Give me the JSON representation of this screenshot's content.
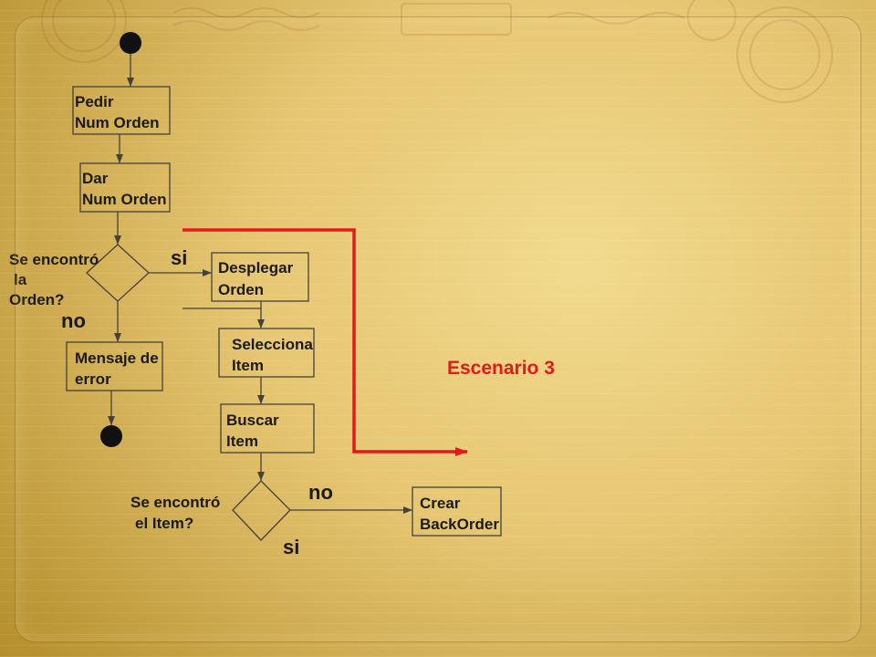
{
  "nodes": {
    "pedir_num_orden": {
      "lines": [
        "Pedir",
        "Num Orden"
      ]
    },
    "dar_num_orden": {
      "lines": [
        "Dar",
        "Num Orden"
      ]
    },
    "decision_orden": {
      "lines": [
        "Se encontró",
        "la",
        "Orden?"
      ]
    },
    "desplegar_orden": {
      "lines": [
        "Desplegar",
        "Orden"
      ]
    },
    "mensaje_error": {
      "lines": [
        "Mensaje de",
        "error"
      ]
    },
    "selecciona_item": {
      "lines": [
        "Selecciona",
        "Item"
      ]
    },
    "buscar_item": {
      "lines": [
        "Buscar",
        "Item"
      ]
    },
    "decision_item": {
      "lines": [
        "Se encontró",
        "el Item?"
      ]
    },
    "crear_backorder": {
      "lines": [
        "Crear",
        "BackOrder"
      ]
    }
  },
  "edge_labels": {
    "orden_si": "si",
    "orden_no": "no",
    "item_no": "no",
    "item_si": "si"
  },
  "scenario_label": "Escenario 3",
  "colors": {
    "scenario_red": "#e3191b",
    "text": "#1b1a16",
    "outline": "#45423a",
    "background_light": "#f1da8e",
    "background_dark": "#b48e2c"
  }
}
